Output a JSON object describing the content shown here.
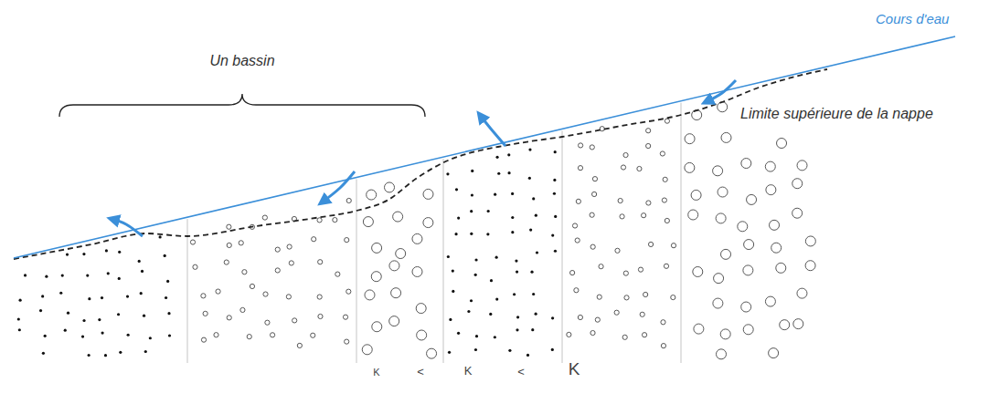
{
  "diagram": {
    "labels": [
      "Un bassin",
      "Cours d'eau",
      "Limite supérieure de la nappe",
      "K",
      "<",
      "K",
      "<",
      "K"
    ]
  }
}
